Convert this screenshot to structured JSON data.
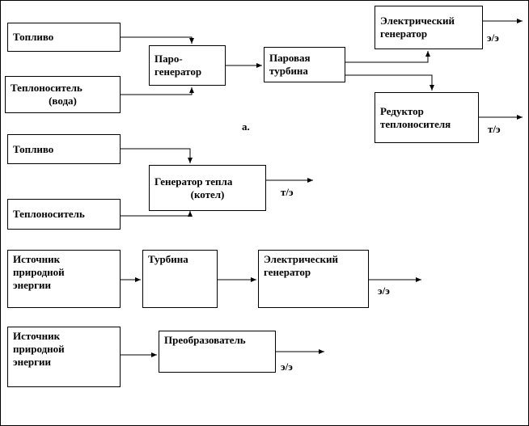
{
  "diagram": {
    "section_label": "а.",
    "boxes": {
      "fuel_a": {
        "label": "Топливо"
      },
      "coolant_water": {
        "line1": "Теплоноситель",
        "line2": "(вода)"
      },
      "steam_generator": {
        "line1": "Паро-",
        "line2": "генератор"
      },
      "steam_turbine": {
        "line1": "Паровая",
        "line2": "турбина"
      },
      "electric_generator_a": {
        "line1": "Электрический",
        "line2": "генератор"
      },
      "coolant_reducer": {
        "line1": "Редуктор",
        "line2": "теплоносителя"
      },
      "fuel_b": {
        "label": "Топливо"
      },
      "coolant_b": {
        "label": "Теплоноситель"
      },
      "heat_generator": {
        "line1": "Генератор тепла",
        "line2": "(котел)"
      },
      "natural_source_c": {
        "line1": "Источник",
        "line2": "природной",
        "line3": "энергии"
      },
      "turbine_c": {
        "label": "Турбина"
      },
      "electric_generator_c": {
        "line1": "Электрический",
        "line2": "генератор"
      },
      "natural_source_d": {
        "line1": "Источник",
        "line2": "природной",
        "line3": "энергии"
      },
      "converter_d": {
        "label": "Преобразователь"
      }
    },
    "outputs": {
      "electric_a": "э/э",
      "thermal_a": "т/э",
      "thermal_b": "т/э",
      "electric_c": "э/э",
      "electric_d": "э/э"
    },
    "colors": {
      "line": "#000000",
      "box_border": "#000000",
      "background": "#ffffff"
    }
  }
}
